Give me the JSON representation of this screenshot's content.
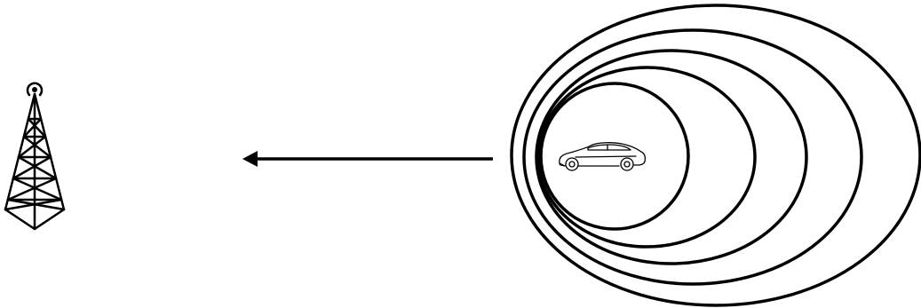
{
  "diagram": {
    "elements": [
      {
        "id": "tower",
        "icon": "radio-tower-icon"
      },
      {
        "id": "arrow",
        "icon": "arrow-left-icon",
        "direction": "left"
      },
      {
        "id": "car",
        "icon": "car-icon"
      },
      {
        "id": "wavefronts",
        "icon": "signal-wavefront-icon",
        "count": 5
      }
    ],
    "colors": {
      "stroke": "#000000",
      "background": "#ffffff"
    }
  }
}
